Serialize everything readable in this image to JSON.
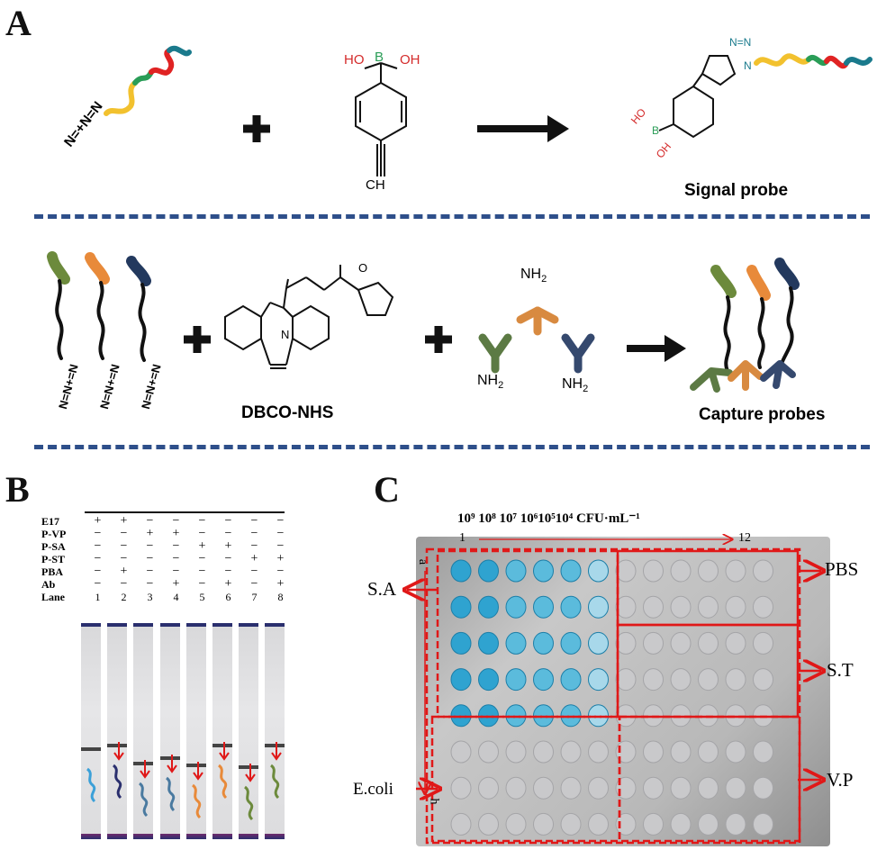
{
  "panel_a": {
    "letter": "A",
    "azide_label": "N=+N=N",
    "pba_ho_left": "HO",
    "pba_boron": "B",
    "pba_oh_right": "OH",
    "pba_alkyne": "CH",
    "signal_probe_label": "Signal probe",
    "triazole_n": "N=N",
    "triazole_n2": "N",
    "sp_ho": "HO",
    "sp_b": "B",
    "sp_oh": "OH",
    "capture_azide": "N=N+=N",
    "dbco_label": "DBCO-NHS",
    "nh2_top": "NH",
    "nh2_left": "NH",
    "nh2_right": "NH",
    "sub2": "2",
    "capture_probes_label": "Capture probes",
    "ring_o": "O",
    "ring_n": "N"
  },
  "panel_b": {
    "letter": "B",
    "rows": [
      {
        "label": "E17",
        "values": [
          "+",
          "+",
          "−",
          "−",
          "−",
          "−",
          "−",
          "−"
        ]
      },
      {
        "label": "P-VP",
        "values": [
          "−",
          "−",
          "+",
          "+",
          "−",
          "−",
          "−",
          "−"
        ]
      },
      {
        "label": "P-SA",
        "values": [
          "−",
          "−",
          "−",
          "−",
          "+",
          "+",
          "−",
          "−"
        ]
      },
      {
        "label": "P-ST",
        "values": [
          "−",
          "−",
          "−",
          "−",
          "−",
          "−",
          "+",
          "+"
        ]
      },
      {
        "label": "PBA",
        "values": [
          "−",
          "+",
          "−",
          "−",
          "−",
          "−",
          "−",
          "−"
        ]
      },
      {
        "label": "Ab",
        "values": [
          "−",
          "−",
          "−",
          "+",
          "−",
          "+",
          "−",
          "+"
        ]
      }
    ],
    "lane_label": "Lane",
    "lanes": [
      "1",
      "2",
      "3",
      "4",
      "5",
      "6",
      "7",
      "8"
    ]
  },
  "panel_c": {
    "letter": "C",
    "conc_header": "10⁹ 10⁸ 10⁷ 10⁶10⁵10⁴ CFU·mL⁻¹",
    "col_start": "1",
    "col_end": "12",
    "row_start": "a",
    "row_end": "h",
    "labels": {
      "sa": "S.A",
      "ecoli": "E.coli",
      "pbs": "PBS",
      "st": "S.T",
      "vp": "V.P"
    },
    "well_color": "#2fa3d0"
  }
}
